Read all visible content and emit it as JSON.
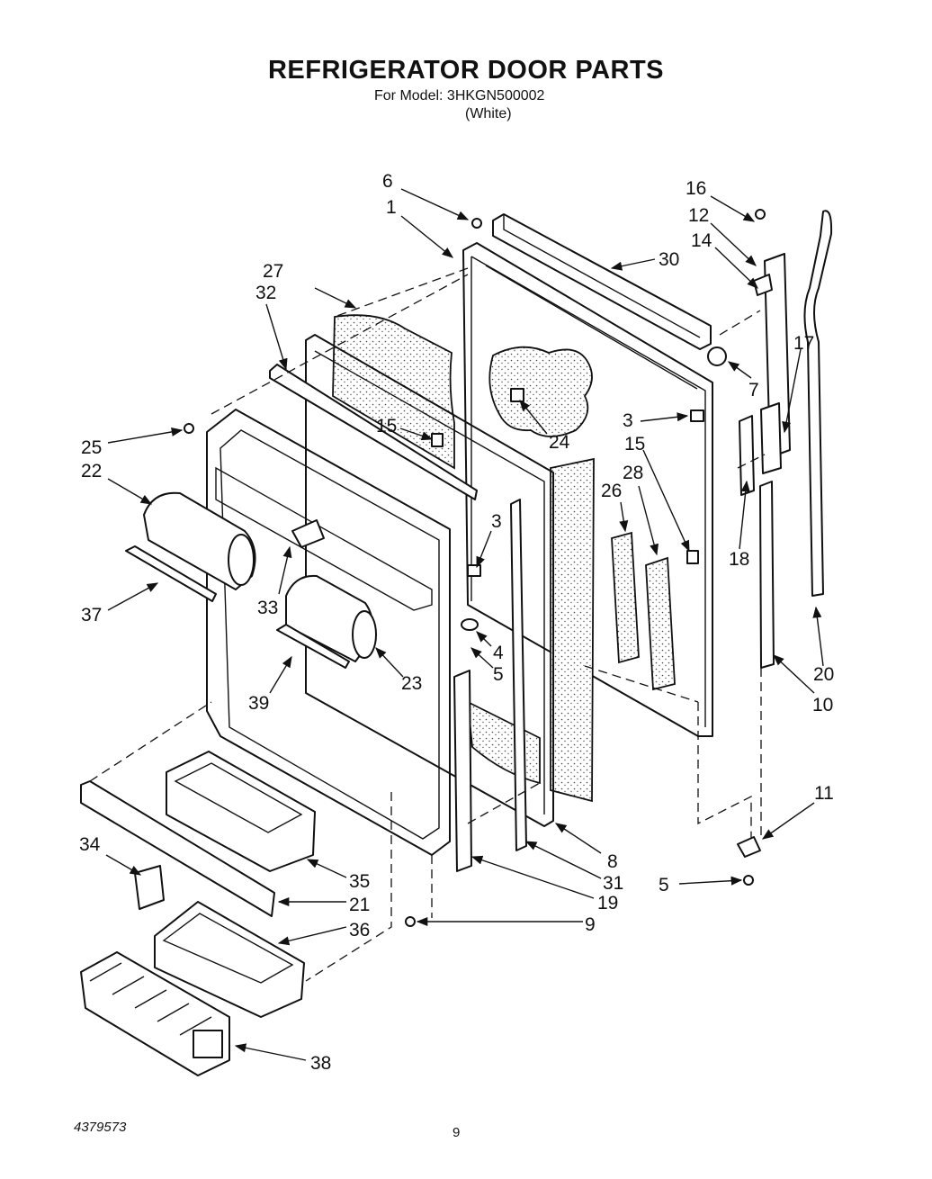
{
  "header": {
    "title": "REFRIGERATOR DOOR PARTS",
    "model": "For Model: 3HKGN500002",
    "color": "(White)"
  },
  "footer": {
    "doc_number": "4379573",
    "page_number": "9"
  },
  "callouts": {
    "c1": "1",
    "c3a": "3",
    "c3b": "3",
    "c4": "4",
    "c5a": "5",
    "c5b": "5",
    "c6": "6",
    "c7": "7",
    "c8": "8",
    "c9": "9",
    "c10": "10",
    "c11": "11",
    "c12": "12",
    "c14": "14",
    "c15a": "15",
    "c15b": "15",
    "c16": "16",
    "c17": "17",
    "c18": "18",
    "c19": "19",
    "c20": "20",
    "c21": "21",
    "c22": "22",
    "c23": "23",
    "c24": "24",
    "c25": "25",
    "c26": "26",
    "c27": "27",
    "c28": "28",
    "c30": "30",
    "c31": "31",
    "c32": "32",
    "c33": "33",
    "c34": "34",
    "c35": "35",
    "c36": "36",
    "c37": "37",
    "c38": "38",
    "c39": "39"
  }
}
